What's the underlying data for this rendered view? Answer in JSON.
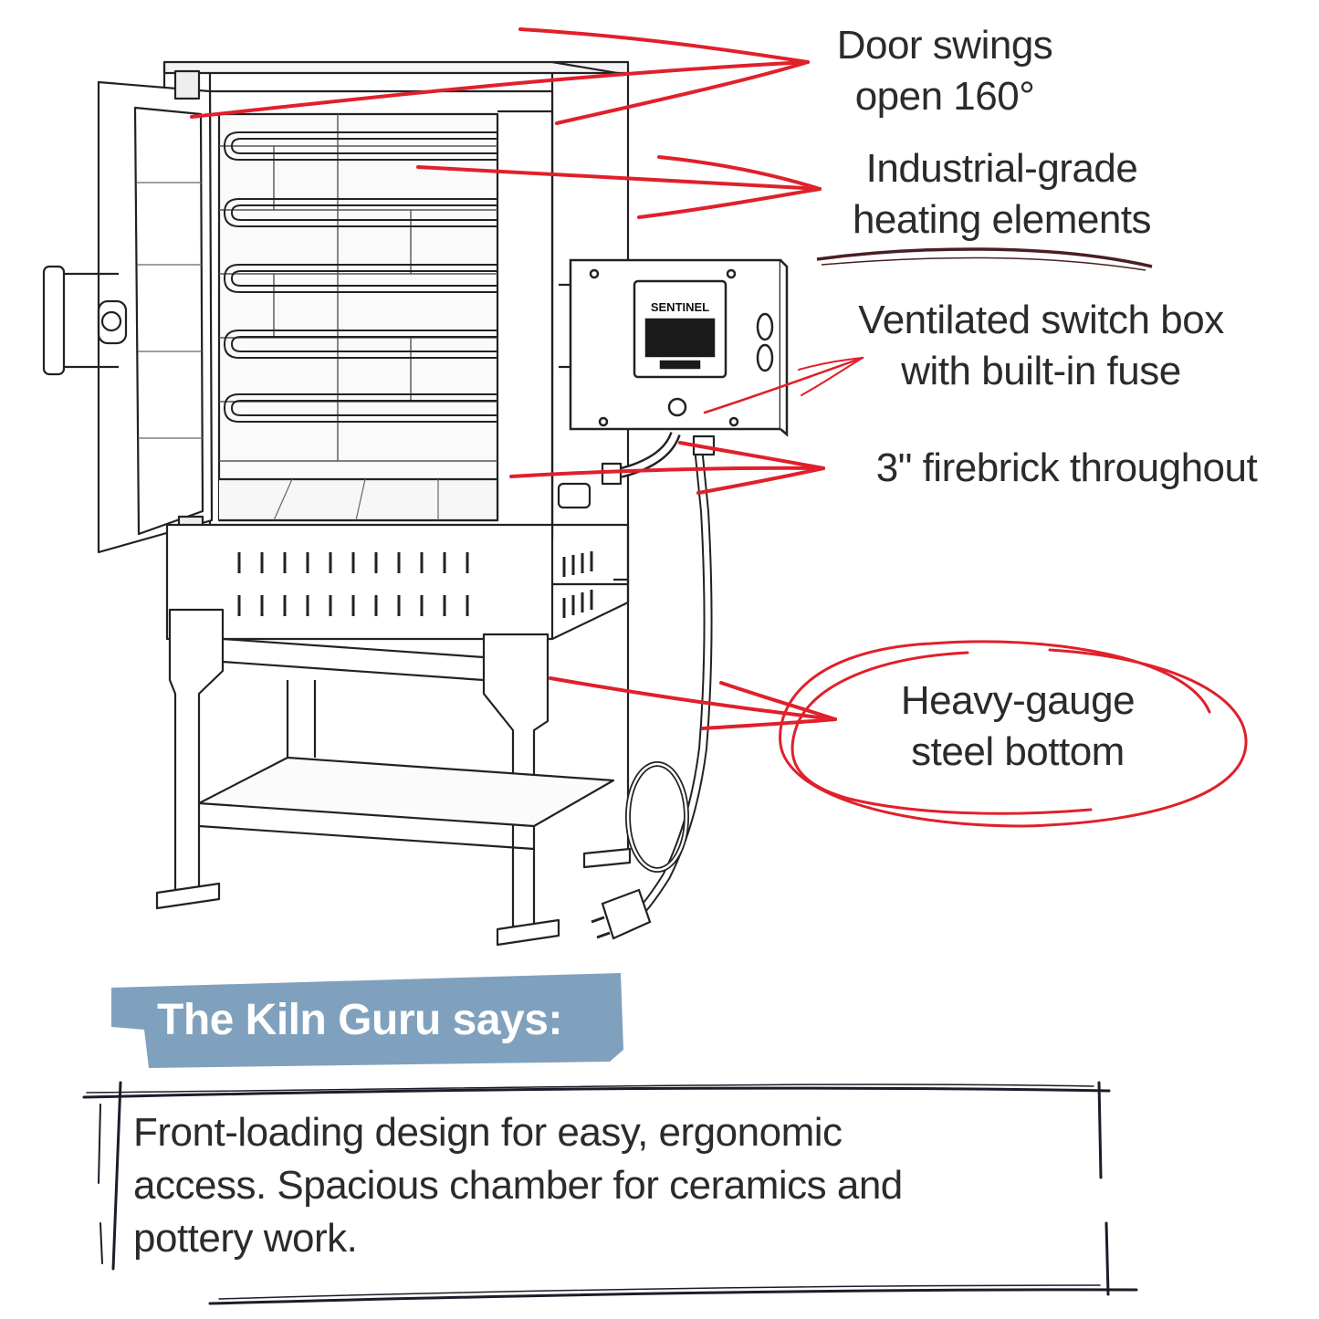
{
  "labels": {
    "door": [
      "Door swings",
      "open 160°"
    ],
    "heating": [
      "Industrial-grade",
      "heating elements"
    ],
    "switchbox": [
      "Ventilated switch box",
      "with built-in fuse"
    ],
    "firebrick": [
      "3\" firebrick throughout"
    ],
    "steel": [
      "Heavy-gauge",
      "steel bottom"
    ]
  },
  "controller": {
    "brand": "SENTINEL"
  },
  "guru": {
    "title": "The Kiln Guru says:",
    "body": [
      "Front-loading design for easy, ergonomic",
      "access. Spacious chamber for ceramics and",
      "pottery work."
    ]
  },
  "colors": {
    "annotation_red": "#e0202a",
    "banner_blue": "#7fa1bd",
    "ink": "#2b2b2b",
    "underline": "#4a1e24"
  },
  "icons": {
    "kiln": "front-loading-kiln-illustration",
    "plug": "power-plug-icon",
    "controller": "controller-box-icon"
  }
}
